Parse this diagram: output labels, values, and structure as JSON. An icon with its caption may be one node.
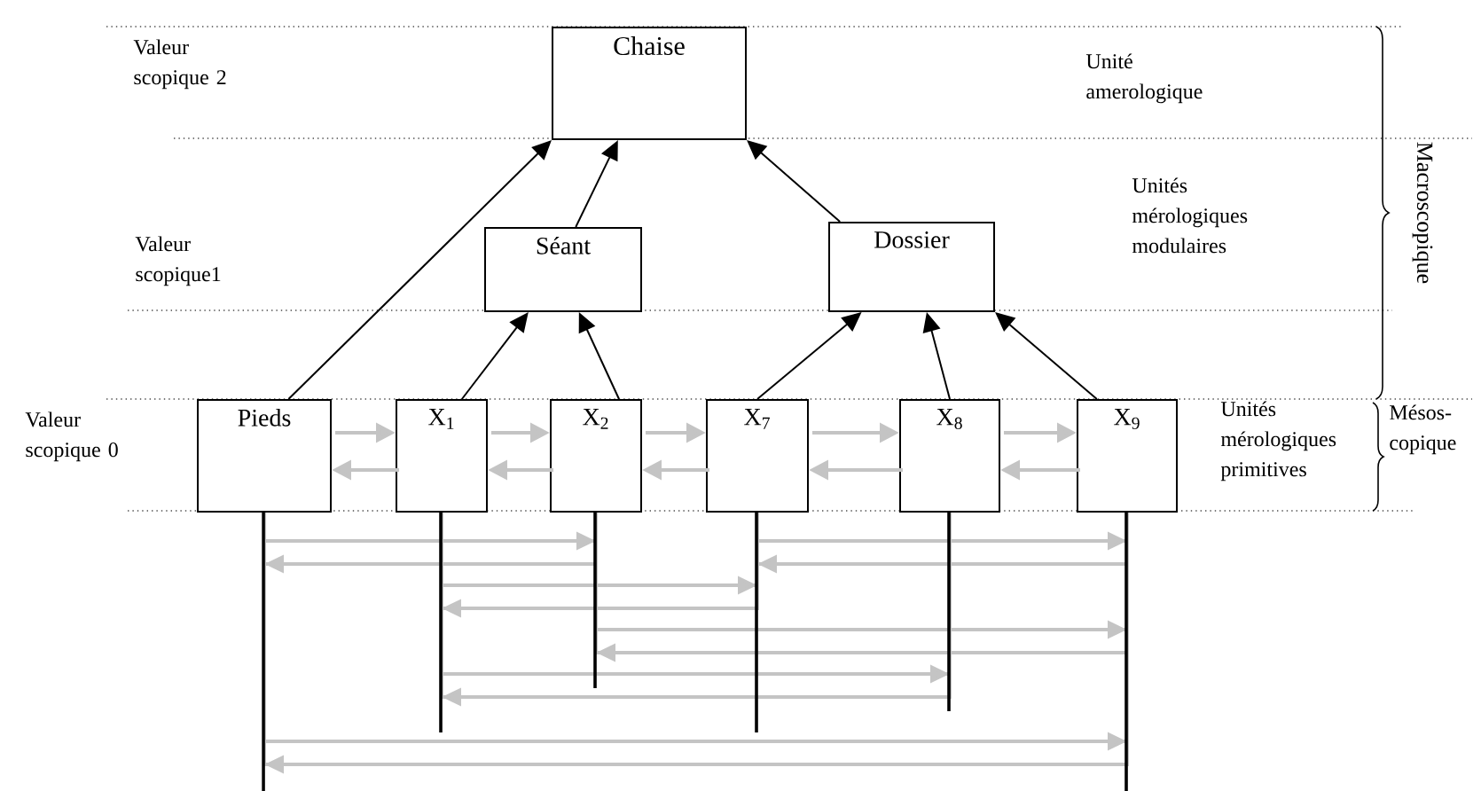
{
  "diagram": {
    "nodes": [
      {
        "text": [
          "Chaise"
        ]
      },
      {
        "text": [
          "Séant"
        ]
      },
      {
        "text": [
          "Dossier"
        ]
      },
      {
        "text": [
          "Pieds"
        ]
      },
      {
        "text": [
          "X$_{1}$"
        ]
      },
      {
        "text": [
          "X$_{2}$"
        ]
      },
      {
        "text": [
          "X$_{7}$"
        ]
      },
      {
        "text": [
          "X$_{8}$"
        ]
      },
      {
        "text": [
          "X$_{9}$"
        ]
      }
    ],
    "edges": [
      {
        "from": 3,
        "to": 0,
        "arrow": "to",
        "color": "#000000"
      },
      {
        "from": 1,
        "to": 0,
        "arrow": "to",
        "color": "#000000"
      },
      {
        "from": 2,
        "to": 0,
        "arrow": "to",
        "color": "#000000"
      },
      {
        "from": 4,
        "to": 1,
        "arrow": "to",
        "color": "#000000"
      },
      {
        "from": 5,
        "to": 1,
        "arrow": "to",
        "color": "#000000"
      },
      {
        "from": 6,
        "to": 2,
        "arrow": "to",
        "color": "#000000"
      },
      {
        "from": 7,
        "to": 2,
        "arrow": "to",
        "color": "#000000"
      },
      {
        "from": 8,
        "to": 2,
        "arrow": "to",
        "color": "#000000"
      },
      {
        "from": 3,
        "to": 4,
        "arrow": "to"
      },
      {
        "from": 4,
        "to": 3,
        "arrow": "to"
      },
      {
        "from": 4,
        "to": 5,
        "arrow": "to"
      },
      {
        "from": 5,
        "to": 4,
        "arrow": "to"
      },
      {
        "from": 5,
        "to": 6,
        "arrow": "to"
      },
      {
        "from": 6,
        "to": 5,
        "arrow": "to"
      },
      {
        "from": 6,
        "to": 7,
        "arrow": "to"
      },
      {
        "from": 7,
        "to": 6,
        "arrow": "to"
      },
      {
        "from": 7,
        "to": 8,
        "arrow": "to"
      },
      {
        "from": 8,
        "to": 7,
        "arrow": "to"
      },
      {
        "from": 3,
        "to": 5,
        "arrow": "to"
      },
      {
        "from": 5,
        "to": 3,
        "arrow": "to"
      },
      {
        "from": 6,
        "to": 8,
        "arrow": "to"
      },
      {
        "from": 8,
        "to": 6,
        "arrow": "to"
      },
      {
        "from": 4,
        "to": 6,
        "arrow": "to"
      },
      {
        "from": 6,
        "to": 4,
        "arrow": "to"
      },
      {
        "from": 5,
        "to": 8,
        "arrow": "to"
      },
      {
        "from": 8,
        "to": 5,
        "arrow": "to"
      },
      {
        "from": 4,
        "to": 7,
        "arrow": "to"
      },
      {
        "from": 7,
        "to": 4,
        "arrow": "to"
      },
      {
        "from": 3,
        "to": 8,
        "arrow": "to"
      },
      {
        "from": 8,
        "to": 3,
        "arrow": "to"
      }
    ],
    "labels": [
      "Valeur scopique 2",
      "Unité amerologique",
      "Macroscopique",
      "Unités mérologiques modulaires",
      "Valeur scopique1",
      "Valeur scopique 0",
      "Unités mérologiques primitives",
      "Mésos- copique"
    ]
  }
}
